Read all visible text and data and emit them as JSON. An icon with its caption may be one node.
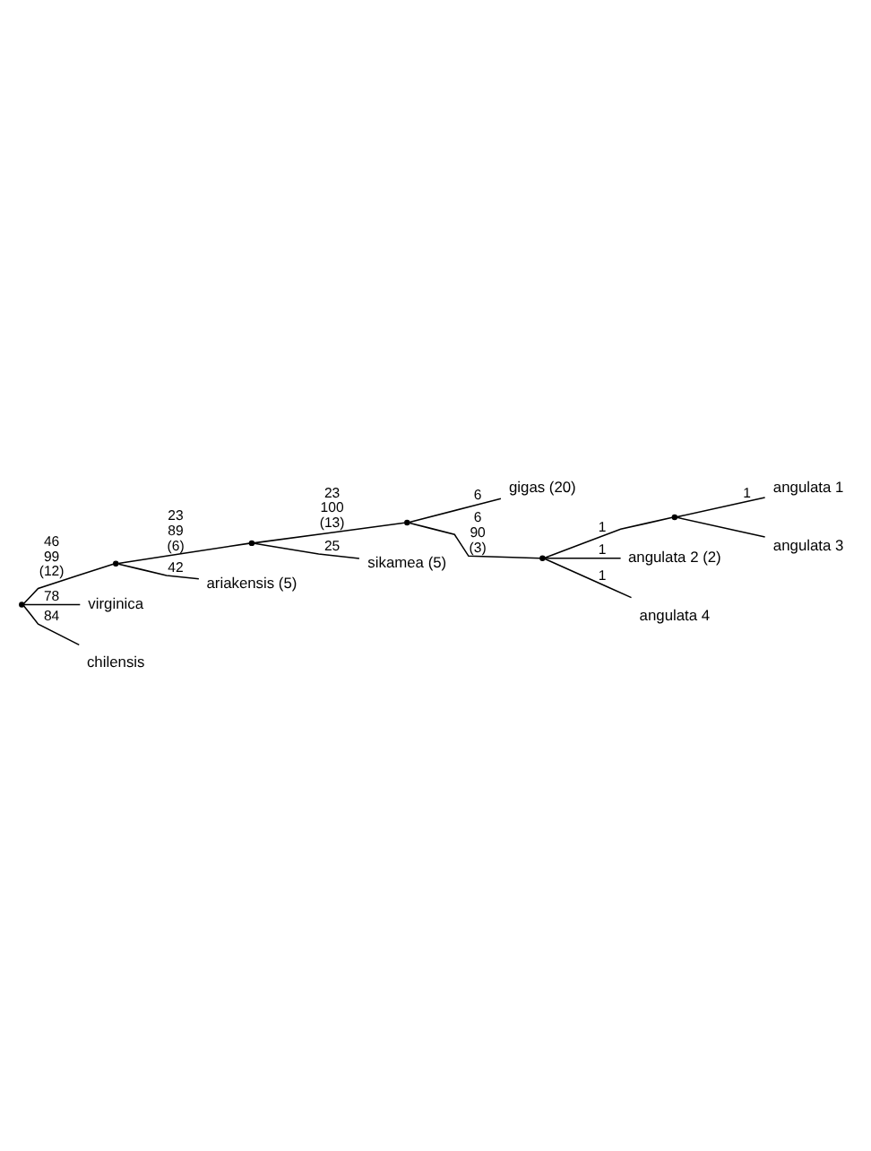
{
  "diagram": {
    "nodes": [
      {
        "text": [],
        "shape": "point"
      },
      {
        "text": [],
        "shape": "point"
      },
      {
        "text": [],
        "shape": "point"
      },
      {
        "text": [],
        "shape": "point"
      },
      {
        "text": [
          "gigas (20)"
        ]
      },
      {
        "text": [],
        "shape": "point"
      },
      {
        "text": [],
        "shape": "point"
      },
      {
        "text": [
          "angulata 1"
        ]
      },
      {
        "text": [
          "angulata 3"
        ]
      },
      {
        "text": [
          "angulata 2 (2)"
        ]
      },
      {
        "text": [
          "angulata 4"
        ]
      },
      {
        "text": [
          "sikamea (5)"
        ]
      },
      {
        "text": [
          "ariakensis (5)"
        ]
      },
      {
        "text": [
          "virginica"
        ]
      },
      {
        "text": [
          "chilensis"
        ]
      }
    ],
    "edges": [
      {
        "from": 0,
        "to": 1,
        "arrow": "none",
        "label": "46 99 (12)"
      },
      {
        "from": 1,
        "to": 2,
        "arrow": "none",
        "label": "23 89 (6)"
      },
      {
        "from": 2,
        "to": 3,
        "arrow": "none",
        "label": "23 100 (13)"
      },
      {
        "from": 3,
        "to": 4,
        "arrow": "none",
        "label": "6"
      },
      {
        "from": 3,
        "to": 5,
        "arrow": "none",
        "label": "6 90 (3)"
      },
      {
        "from": 5,
        "to": 6,
        "arrow": "none",
        "label": "1"
      },
      {
        "from": 6,
        "to": 7,
        "arrow": "none",
        "label": "1"
      },
      {
        "from": 6,
        "to": 8,
        "arrow": "none"
      },
      {
        "from": 5,
        "to": 9,
        "arrow": "none",
        "label": "1"
      },
      {
        "from": 5,
        "to": 10,
        "arrow": "none",
        "label": "1"
      },
      {
        "from": 2,
        "to": 11,
        "arrow": "none",
        "label": "25"
      },
      {
        "from": 1,
        "to": 12,
        "arrow": "none",
        "label": "42"
      },
      {
        "from": 0,
        "to": 13,
        "arrow": "none",
        "label": "78"
      },
      {
        "from": 0,
        "to": 14,
        "arrow": "none",
        "label": "84"
      }
    ]
  }
}
